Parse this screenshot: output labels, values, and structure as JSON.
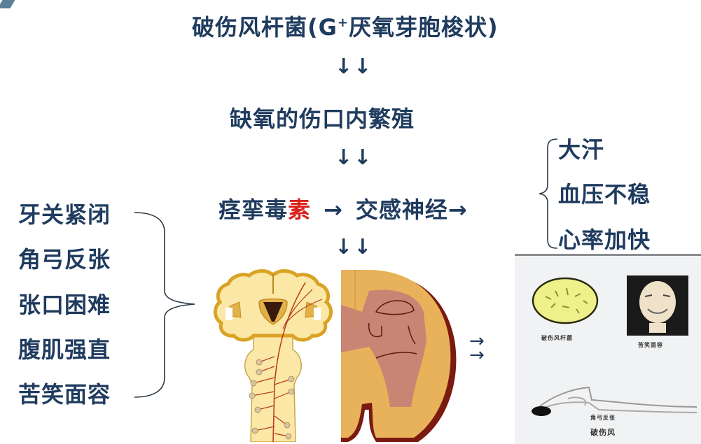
{
  "title": {
    "prefix": "破伤风杆菌(G",
    "superscript": "+",
    "suffix": "厌氧芽胞梭状)"
  },
  "flow": {
    "down_arrows": "↓↓",
    "step2": "缺氧的伤口内繁殖",
    "step3": {
      "part1": "痉挛毒",
      "highlight": "素",
      "arrow": "→",
      "part2": "交感神经",
      "arrow2": "→"
    },
    "side_arrows": "→"
  },
  "sympathetic_symptoms": [
    "大汗",
    "血压不稳",
    "心率加快"
  ],
  "muscle_symptoms": [
    "牙关紧闭",
    "角弓反张",
    "张口困难",
    "腹肌强直",
    "苦笑面容"
  ],
  "illustration_panel": {
    "captions": [
      "破伤风杆菌",
      "苦笑面容",
      "角弓反张",
      "破伤风"
    ]
  },
  "colors": {
    "text_primary": "#1f3b5e",
    "highlight_red": "#d9201c",
    "brain_fill": "#fbe7a6",
    "brain_outline": "#d9a326",
    "spinal_cord_orange": "#e8b25a",
    "spinal_cord_pink": "#c98573",
    "nerve_red": "#b33a1c"
  }
}
